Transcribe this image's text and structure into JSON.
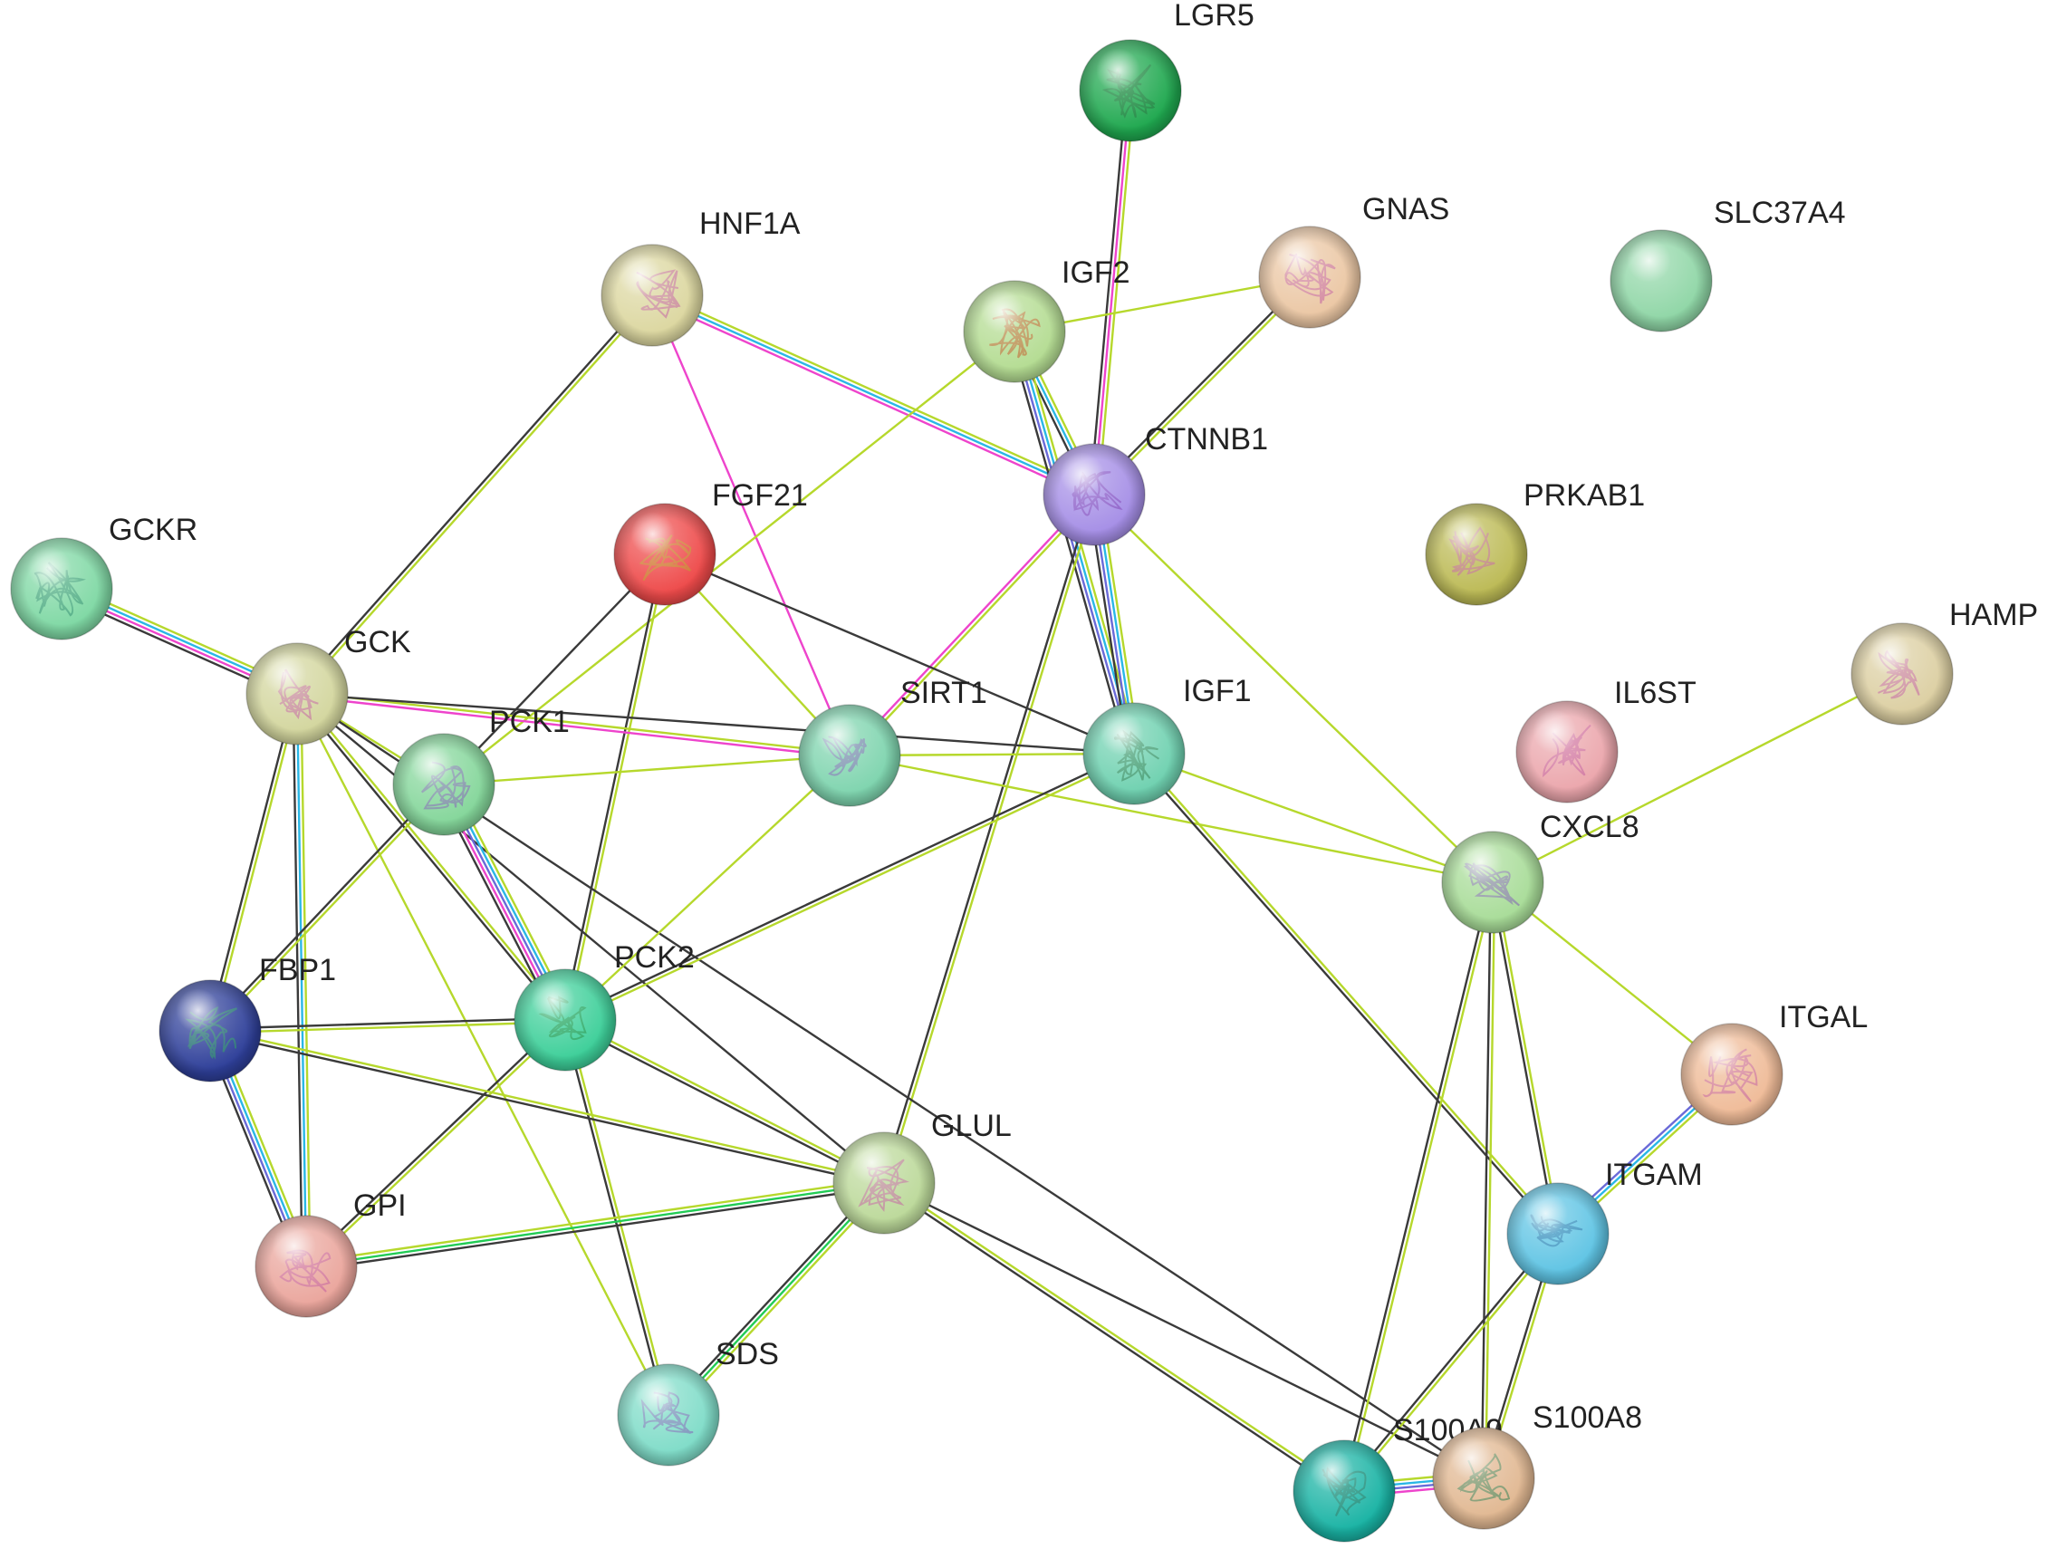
{
  "network": {
    "colors": {
      "black": "#3a3a3a",
      "yellowgreen": "#b6d82c",
      "magenta": "#ee44cc",
      "cyan": "#2ab7e6",
      "blue": "#6a6ad8",
      "green": "#22cc55"
    },
    "nodes": [
      {
        "id": "LGR5",
        "label": "LGR5",
        "color": "#1fa84f",
        "glyph": "#1a6e35"
      },
      {
        "id": "HNF1A",
        "label": "HNF1A",
        "color": "#dcd7a0",
        "glyph": "#c0569a"
      },
      {
        "id": "IGF2",
        "label": "IGF2",
        "color": "#b4dc92",
        "glyph": "#c0501a"
      },
      {
        "id": "GNAS",
        "label": "GNAS",
        "color": "#ebc7a4",
        "glyph": "#c0569a"
      },
      {
        "id": "SLC37A4",
        "label": "SLC37A4",
        "color": "#8fd6a6",
        "glyph": ""
      },
      {
        "id": "CTNNB1",
        "label": "CTNNB1",
        "color": "#a58ee6",
        "glyph": "#7a3ab0"
      },
      {
        "id": "FGF21",
        "label": "FGF21",
        "color": "#ee4a4a",
        "glyph": "#b8a020"
      },
      {
        "id": "PRKAB1",
        "label": "PRKAB1",
        "color": "#bcba55",
        "glyph": "#c0569a"
      },
      {
        "id": "GCKR",
        "label": "GCKR",
        "color": "#7fd8a4",
        "glyph": "#2a8a6a"
      },
      {
        "id": "GCK",
        "label": "GCK",
        "color": "#d3d69e",
        "glyph": "#c0569a"
      },
      {
        "id": "HAMP",
        "label": "HAMP",
        "color": "#dccfa2",
        "glyph": "#c0569a"
      },
      {
        "id": "IL6ST",
        "label": "IL6ST",
        "color": "#eba6ac",
        "glyph": "#c0569a"
      },
      {
        "id": "SIRT1",
        "label": "SIRT1",
        "color": "#7ed4ae",
        "glyph": "#7a5ab0"
      },
      {
        "id": "PCK1",
        "label": "PCK1",
        "color": "#84d69a",
        "glyph": "#7a5ab0"
      },
      {
        "id": "IGF1",
        "label": "IGF1",
        "color": "#6fd1b0",
        "glyph": "#2a7a4a"
      },
      {
        "id": "CXCL8",
        "label": "CXCL8",
        "color": "#a8dc98",
        "glyph": "#7a5ab0"
      },
      {
        "id": "PCK2",
        "label": "PCK2",
        "color": "#3dcf99",
        "glyph": "#1a8a3a"
      },
      {
        "id": "FBP1",
        "label": "FBP1",
        "color": "#2e3f99",
        "glyph": "#27a05a"
      },
      {
        "id": "ITGAL",
        "label": "ITGAL",
        "color": "#efbb98",
        "glyph": "#c0569a"
      },
      {
        "id": "GLUL",
        "label": "GLUL",
        "color": "#bcd99a",
        "glyph": "#c0569a"
      },
      {
        "id": "GPI",
        "label": "GPI",
        "color": "#eaa59c",
        "glyph": "#c0569a"
      },
      {
        "id": "ITGAM",
        "label": "ITGAM",
        "color": "#5fc4e4",
        "glyph": "#1a6aa0"
      },
      {
        "id": "SDS",
        "label": "SDS",
        "color": "#7fdcc8",
        "glyph": "#7a5ab0"
      },
      {
        "id": "S100A9",
        "label": "S100A9",
        "color": "#19b3a4",
        "glyph": "#1a6e55"
      },
      {
        "id": "S100A8",
        "label": "S100A8",
        "color": "#e1b892",
        "glyph": "#2a7a4a"
      }
    ],
    "edges": [
      {
        "source": "LGR5",
        "target": "CTNNB1",
        "channels": [
          "yellowgreen",
          "magenta",
          "black"
        ]
      },
      {
        "source": "GNAS",
        "target": "IGF2",
        "channels": [
          "yellowgreen"
        ]
      },
      {
        "source": "GNAS",
        "target": "CTNNB1",
        "channels": [
          "yellowgreen",
          "black"
        ]
      },
      {
        "source": "HNF1A",
        "target": "CTNNB1",
        "channels": [
          "yellowgreen",
          "cyan",
          "magenta"
        ]
      },
      {
        "source": "HNF1A",
        "target": "SIRT1",
        "channels": [
          "magenta"
        ]
      },
      {
        "source": "HNF1A",
        "target": "GCK",
        "channels": [
          "yellowgreen",
          "black"
        ]
      },
      {
        "source": "IGF2",
        "target": "CTNNB1",
        "channels": [
          "yellowgreen",
          "cyan",
          "black"
        ]
      },
      {
        "source": "IGF2",
        "target": "IGF1",
        "channels": [
          "yellowgreen",
          "cyan",
          "blue",
          "black"
        ]
      },
      {
        "source": "IGF2",
        "target": "PCK1",
        "channels": [
          "yellowgreen"
        ]
      },
      {
        "source": "CTNNB1",
        "target": "IGF1",
        "channels": [
          "yellowgreen",
          "cyan",
          "blue",
          "black"
        ]
      },
      {
        "source": "CTNNB1",
        "target": "SIRT1",
        "channels": [
          "yellowgreen",
          "magenta"
        ]
      },
      {
        "source": "CTNNB1",
        "target": "CXCL8",
        "channels": [
          "yellowgreen"
        ]
      },
      {
        "source": "CTNNB1",
        "target": "GLUL",
        "channels": [
          "yellowgreen",
          "black"
        ]
      },
      {
        "source": "FGF21",
        "target": "PCK1",
        "channels": [
          "black"
        ]
      },
      {
        "source": "FGF21",
        "target": "SIRT1",
        "channels": [
          "yellowgreen"
        ]
      },
      {
        "source": "FGF21",
        "target": "IGF1",
        "channels": [
          "black"
        ]
      },
      {
        "source": "FGF21",
        "target": "PCK2",
        "channels": [
          "yellowgreen",
          "black"
        ]
      },
      {
        "source": "GCKR",
        "target": "GCK",
        "channels": [
          "yellowgreen",
          "cyan",
          "magenta",
          "black"
        ]
      },
      {
        "source": "GCK",
        "target": "SIRT1",
        "channels": [
          "yellowgreen",
          "magenta"
        ]
      },
      {
        "source": "GCK",
        "target": "IGF1",
        "channels": [
          "black"
        ]
      },
      {
        "source": "GCK",
        "target": "PCK1",
        "channels": [
          "yellowgreen"
        ]
      },
      {
        "source": "GCK",
        "target": "PCK2",
        "channels": [
          "yellowgreen",
          "black"
        ]
      },
      {
        "source": "GCK",
        "target": "FBP1",
        "channels": [
          "yellowgreen",
          "black"
        ]
      },
      {
        "source": "GCK",
        "target": "GPI",
        "channels": [
          "yellowgreen",
          "cyan",
          "black"
        ]
      },
      {
        "source": "GCK",
        "target": "SDS",
        "channels": [
          "yellowgreen"
        ]
      },
      {
        "source": "GCK",
        "target": "GLUL",
        "channels": [
          "black"
        ]
      },
      {
        "source": "GCK",
        "target": "S100A8",
        "channels": [
          "black"
        ]
      },
      {
        "source": "HAMP",
        "target": "CXCL8",
        "channels": [
          "yellowgreen"
        ]
      },
      {
        "source": "SIRT1",
        "target": "IGF1",
        "channels": [
          "yellowgreen"
        ]
      },
      {
        "source": "SIRT1",
        "target": "PCK1",
        "channels": [
          "yellowgreen"
        ]
      },
      {
        "source": "SIRT1",
        "target": "PCK2",
        "channels": [
          "yellowgreen"
        ]
      },
      {
        "source": "SIRT1",
        "target": "CXCL8",
        "channels": [
          "yellowgreen"
        ]
      },
      {
        "source": "PCK1",
        "target": "PCK2",
        "channels": [
          "yellowgreen",
          "cyan",
          "magenta",
          "blue",
          "black"
        ]
      },
      {
        "source": "PCK1",
        "target": "FBP1",
        "channels": [
          "yellowgreen",
          "black"
        ]
      },
      {
        "source": "IGF1",
        "target": "CXCL8",
        "channels": [
          "yellowgreen"
        ]
      },
      {
        "source": "IGF1",
        "target": "PCK2",
        "channels": [
          "yellowgreen",
          "black"
        ]
      },
      {
        "source": "IGF1",
        "target": "ITGAM",
        "channels": [
          "yellowgreen",
          "black"
        ]
      },
      {
        "source": "CXCL8",
        "target": "ITGAL",
        "channels": [
          "yellowgreen"
        ]
      },
      {
        "source": "CXCL8",
        "target": "ITGAM",
        "channels": [
          "yellowgreen",
          "black"
        ]
      },
      {
        "source": "CXCL8",
        "target": "S100A9",
        "channels": [
          "yellowgreen",
          "black"
        ]
      },
      {
        "source": "CXCL8",
        "target": "S100A8",
        "channels": [
          "yellowgreen",
          "black"
        ]
      },
      {
        "source": "PCK2",
        "target": "FBP1",
        "channels": [
          "yellowgreen",
          "black"
        ]
      },
      {
        "source": "PCK2",
        "target": "GPI",
        "channels": [
          "yellowgreen",
          "black"
        ]
      },
      {
        "source": "PCK2",
        "target": "GLUL",
        "channels": [
          "yellowgreen",
          "black"
        ]
      },
      {
        "source": "PCK2",
        "target": "SDS",
        "channels": [
          "yellowgreen",
          "black"
        ]
      },
      {
        "source": "FBP1",
        "target": "GPI",
        "channels": [
          "yellowgreen",
          "cyan",
          "blue",
          "black"
        ]
      },
      {
        "source": "FBP1",
        "target": "GLUL",
        "channels": [
          "yellowgreen",
          "black"
        ]
      },
      {
        "source": "GPI",
        "target": "GLUL",
        "channels": [
          "yellowgreen",
          "green",
          "black"
        ]
      },
      {
        "source": "GLUL",
        "target": "SDS",
        "channels": [
          "yellowgreen",
          "green",
          "black"
        ]
      },
      {
        "source": "GLUL",
        "target": "S100A9",
        "channels": [
          "yellowgreen",
          "black"
        ]
      },
      {
        "source": "GLUL",
        "target": "S100A8",
        "channels": [
          "black"
        ]
      },
      {
        "source": "ITGAL",
        "target": "ITGAM",
        "channels": [
          "yellowgreen",
          "cyan",
          "blue"
        ]
      },
      {
        "source": "ITGAM",
        "target": "S100A9",
        "channels": [
          "yellowgreen",
          "black"
        ]
      },
      {
        "source": "ITGAM",
        "target": "S100A8",
        "channels": [
          "yellowgreen",
          "black"
        ]
      },
      {
        "source": "S100A9",
        "target": "S100A8",
        "channels": [
          "yellowgreen",
          "cyan",
          "magenta",
          "blue"
        ]
      }
    ]
  }
}
